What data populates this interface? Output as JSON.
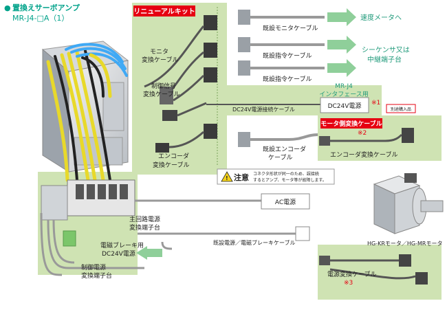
{
  "header": {
    "bullet": "●",
    "title": "置換えサーボアンプ",
    "model": "MR-J4-□A（1）"
  },
  "kit": {
    "badge": "リニューアルキット",
    "monitor_cable": [
      "モニタ",
      "変換ケーブル"
    ],
    "control_signal_cable": [
      "制御信号",
      "変換ケーブル"
    ],
    "encoder_cable": [
      "エンコーダ",
      "変換ケーブル"
    ]
  },
  "existing": {
    "monitor_cable": "既設モニタケーブル",
    "command_cable_1": "既設指令ケーブル",
    "command_cable_2": "既設指令ケーブル",
    "encoder_cable": [
      "既設エンコーダ",
      "ケーブル"
    ],
    "power_brake_cable": "既設電源／電磁ブレーキケーブル"
  },
  "destinations": {
    "speed_meter": "速度メータへ",
    "sequencer": [
      "シーケンサ又は",
      "中継端子台"
    ]
  },
  "interface": {
    "title": [
      "MR-J4",
      "インタフェース用"
    ],
    "cable": "DC24V電源接続ケーブル",
    "supply": "DC24V電源",
    "note": "※1",
    "separate": "別途購入品"
  },
  "motor_side": {
    "badge": "モータ側変換ケーブル",
    "note": "※2",
    "encoder_conv": "エンコーダ変換ケーブル",
    "motor_label": "HG-KRモータ／HG-MRモータ",
    "power_conv": "電源変換ケーブル",
    "note3": "※3"
  },
  "caution": {
    "title": "注意",
    "text": [
      "コネクタ形状が同一のため、誤接続",
      "するとアンプ、モータ等が故障します。"
    ]
  },
  "power": {
    "ac": "AC電源",
    "main_terminal": [
      "主回路電源",
      "変換端子台"
    ],
    "brake_supply": [
      "電磁ブレーキ用",
      "DC24V電源"
    ],
    "control_terminal": [
      "制御電源",
      "変換端子台"
    ]
  },
  "colors": {
    "green_area": "#cfe3b3",
    "arrow": "#8fcf9a",
    "dest_text": "#1f9a7a",
    "red": "#e60012",
    "teal": "#00a28a"
  }
}
